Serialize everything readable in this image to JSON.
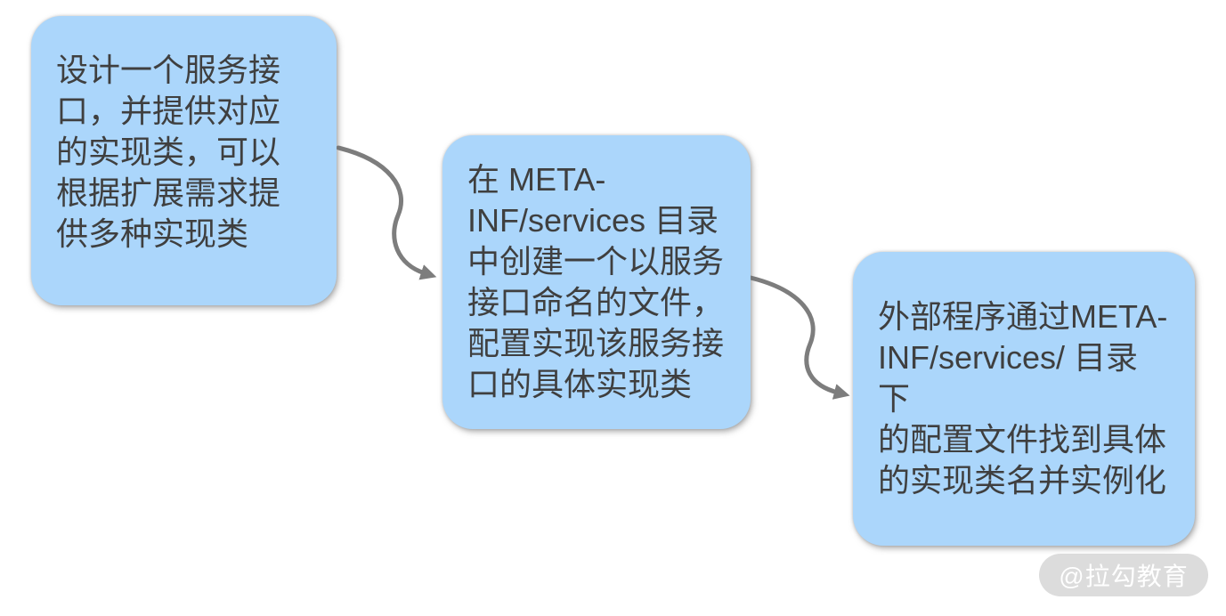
{
  "diagram": {
    "type": "flowchart",
    "colors": {
      "background": "#ffffff",
      "box_fill": "#abd6fb",
      "text_color": "#3f3f3f",
      "arrow_color": "#7d7d7d",
      "watermark_bg": "#d6d6d6",
      "watermark_text_color": "#ffffff"
    },
    "steps": [
      {
        "id": 1,
        "text": "设计一个服务接\n口，并提供对应\n的实现类，可以\n根据扩展需求提\n供多种实现类"
      },
      {
        "id": 2,
        "text": "在 META-\nINF/services 目录\n中创建一个以服务\n接口命名的文件，\n配置实现该服务接\n口的具体实现类"
      },
      {
        "id": 3,
        "text": "外部程序通过META-\nINF/services/ 目录下\n的配置文件找到具体\n的实现类名并实例化"
      }
    ],
    "connections": [
      {
        "from": 1,
        "to": 2
      },
      {
        "from": 2,
        "to": 3
      }
    ]
  },
  "watermark": {
    "label": "@拉勾教育"
  }
}
